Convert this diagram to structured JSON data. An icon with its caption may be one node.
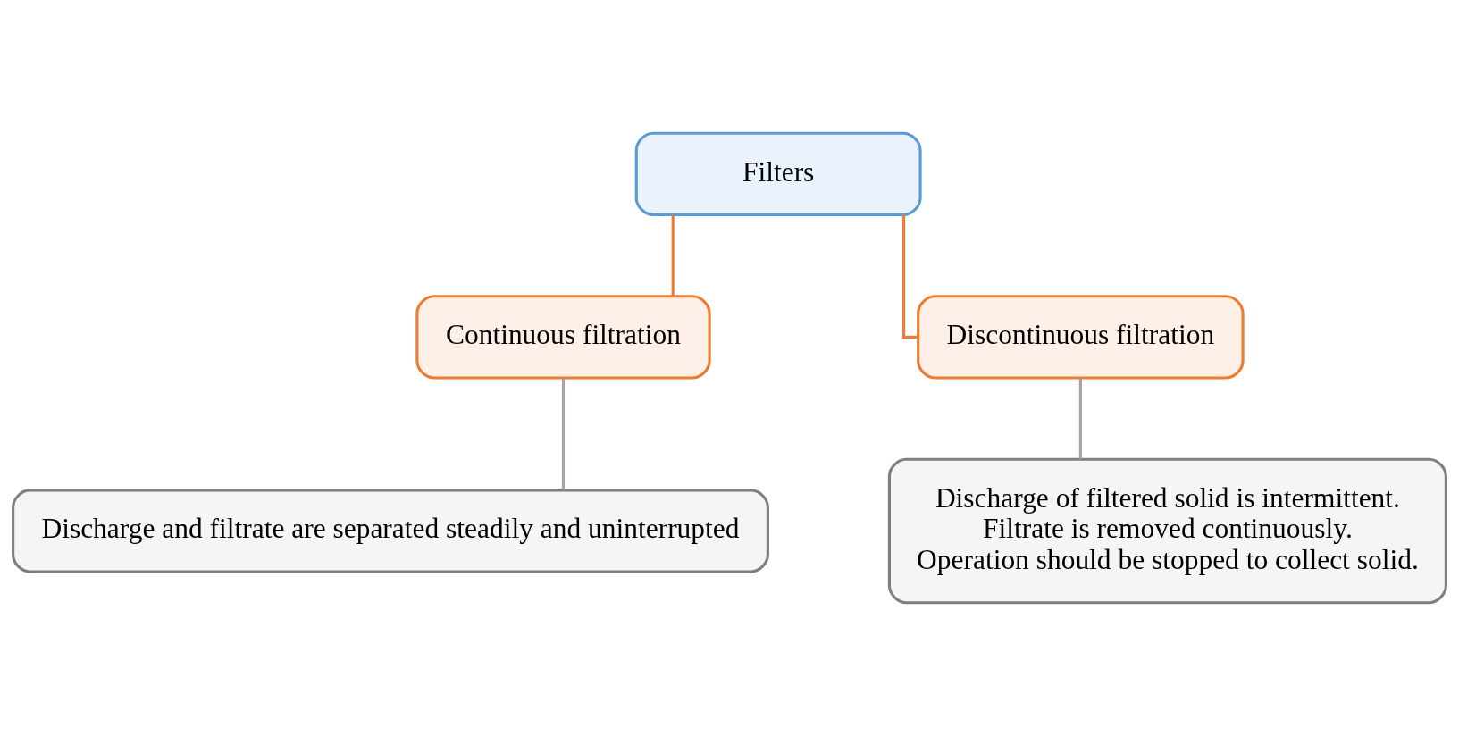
{
  "diagram": {
    "nodes": [
      {
        "text": [
          "Filters"
        ]
      },
      {
        "text": [
          "Continuous filtration"
        ]
      },
      {
        "text": [
          "Discontinuous filtration"
        ]
      },
      {
        "text": [
          "Discharge and filtrate are separated steadily and uninterrupted"
        ]
      },
      {
        "text": [
          "Discharge of filtered solid is intermittent.",
          "Filtrate is removed continuously.",
          "Operation should be stopped to collect solid."
        ]
      }
    ],
    "edges": [
      {
        "from": 0,
        "to": 1,
        "arrow": "none",
        "color": "#ed7d31"
      },
      {
        "from": 0,
        "to": 2,
        "arrow": "none",
        "color": "#ed7d31"
      },
      {
        "from": 1,
        "to": 3,
        "arrow": "none",
        "color": "#a5a5a5"
      },
      {
        "from": 2,
        "to": 4,
        "arrow": "none",
        "color": "#a5a5a5"
      }
    ]
  }
}
